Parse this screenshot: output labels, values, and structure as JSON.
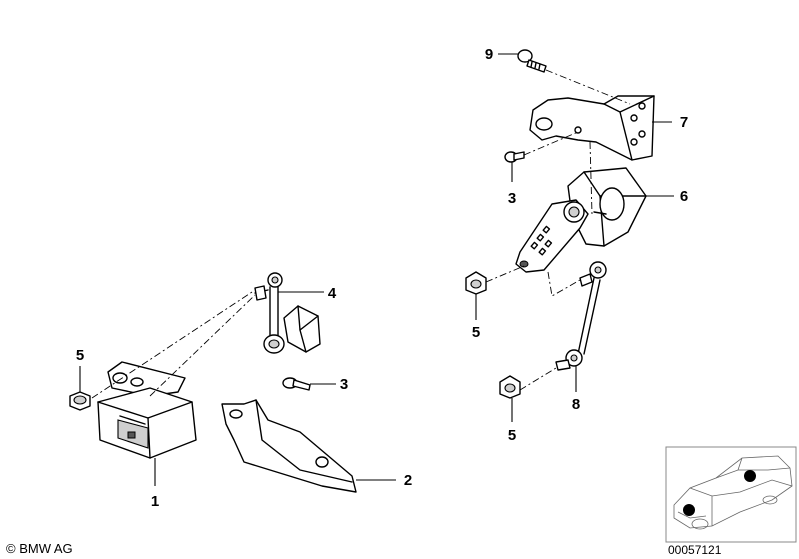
{
  "callouts": [
    {
      "id": "1",
      "label": "1"
    },
    {
      "id": "2",
      "label": "2"
    },
    {
      "id": "3a",
      "label": "3"
    },
    {
      "id": "3b",
      "label": "3"
    },
    {
      "id": "4",
      "label": "4"
    },
    {
      "id": "5a",
      "label": "5"
    },
    {
      "id": "5b",
      "label": "5"
    },
    {
      "id": "5c",
      "label": "5"
    },
    {
      "id": "6",
      "label": "6"
    },
    {
      "id": "7",
      "label": "7"
    },
    {
      "id": "8",
      "label": "8"
    },
    {
      "id": "9",
      "label": "9"
    }
  ],
  "footer": {
    "copyright": "© BMW AG",
    "diagram_number": "00057121"
  }
}
